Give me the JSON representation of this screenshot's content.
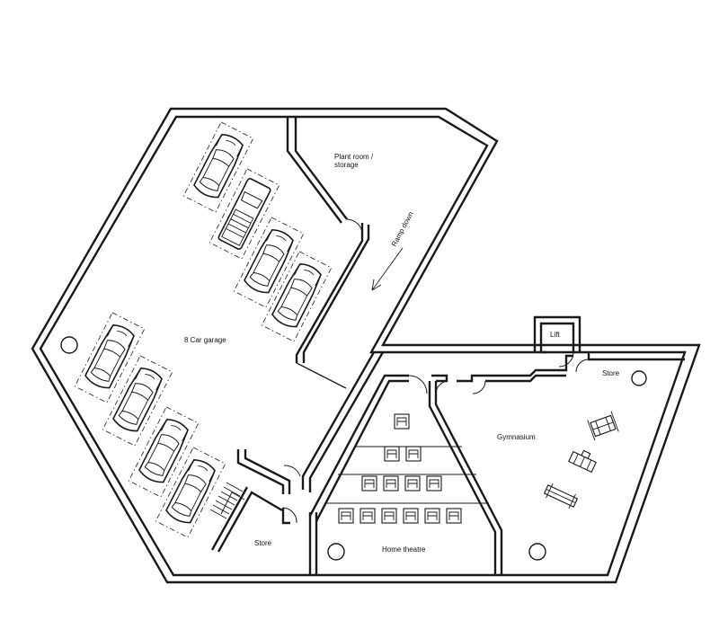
{
  "rooms": {
    "plant_room": "Plant room /",
    "plant_room_2": "storage",
    "ramp": "Ramp down",
    "garage": "8 Car garage",
    "lift": "Lift",
    "store_right": "Store",
    "gymnasium": "Gymnasium",
    "store_left": "Store",
    "home_theatre": "Home theatre"
  },
  "icons": {
    "ramp_arrow": "arrow-down-left-icon",
    "car": "car-icon",
    "seat": "theatre-seat-icon",
    "gym_equipment": "gym-machine-icon",
    "column": "column-circle-icon",
    "stairs": "stairs-icon"
  }
}
